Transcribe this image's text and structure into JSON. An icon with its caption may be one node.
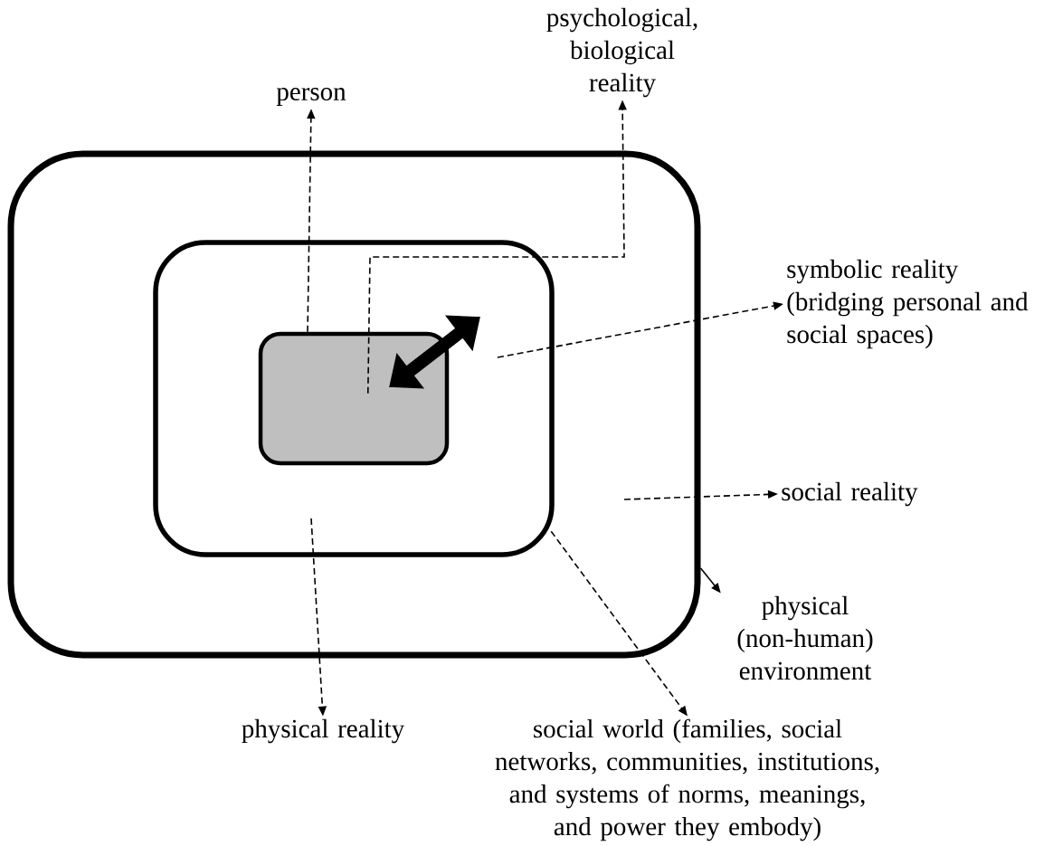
{
  "diagram": {
    "nodes": [
      {
        "text": [],
        "shape": "box"
      },
      {
        "text": [],
        "shape": "box",
        "in": 0
      },
      {
        "text": [],
        "shape": "box",
        "in": 1
      },
      {
        "text": [
          "person"
        ]
      },
      {
        "text": [
          "psychological, biological reality"
        ]
      },
      {
        "text": [
          "symbolic reality (bridging personal and social spaces)"
        ]
      },
      {
        "text": [
          "social reality"
        ]
      },
      {
        "text": [
          "physical (non-human) environment"
        ]
      },
      {
        "text": [
          "physical reality"
        ]
      },
      {
        "text": [
          "social world (families, social networks, communities, institutions, and systems of norms, meanings, and power they embody)"
        ]
      }
    ],
    "edges": [
      {
        "from": 2,
        "to": 3,
        "arrow": "to",
        "style": "dashed"
      },
      {
        "from": 2,
        "to": 4,
        "arrow": "to",
        "style": "dashed"
      },
      {
        "from": null,
        "to": 5,
        "arrow": "to",
        "style": "dashed"
      },
      {
        "from": null,
        "to": 6,
        "arrow": "to",
        "style": "dashed"
      },
      {
        "from": 0,
        "to": 7,
        "arrow": "to"
      },
      {
        "from": null,
        "to": 8,
        "arrow": "to",
        "style": "dashed"
      },
      {
        "from": 1,
        "to": 9,
        "arrow": "to",
        "style": "dashed"
      }
    ]
  }
}
